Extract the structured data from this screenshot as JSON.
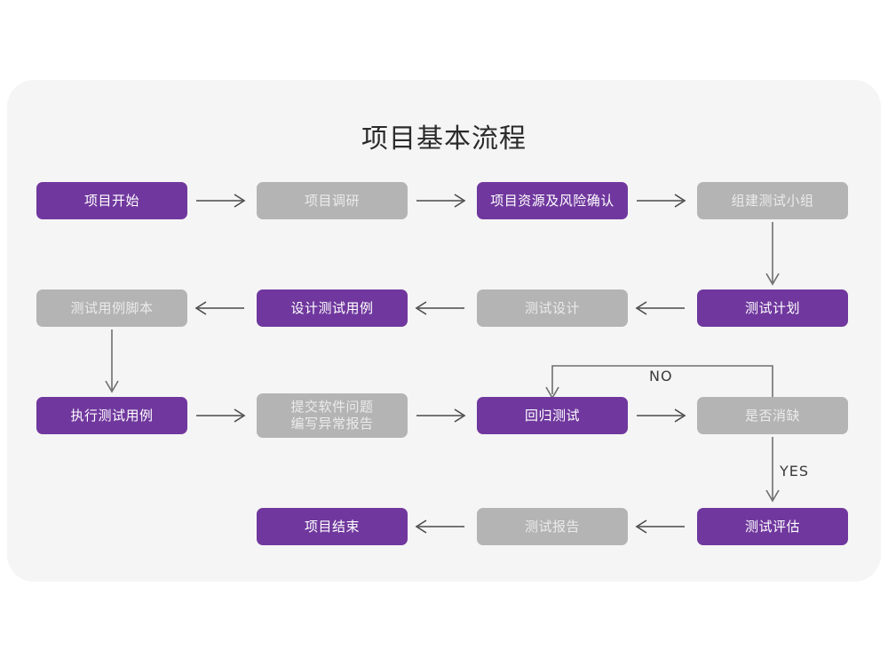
{
  "title": "项目基本流程",
  "colors": {
    "purple": "#70389E",
    "gray": "#B4B4B4",
    "card_bg": "#F5F5F5",
    "page_bg": "#FFFFFF",
    "line": "#4A4A4A",
    "title_text": "#2B2B2B"
  },
  "rows": [
    {
      "direction": "left-to-right",
      "nodes": [
        {
          "label": "项目开始",
          "style": "purple"
        },
        {
          "label": "项目调研",
          "style": "gray"
        },
        {
          "label": "项目资源及风险确认",
          "style": "purple"
        },
        {
          "label": "组建测试小组",
          "style": "gray"
        }
      ]
    },
    {
      "direction": "right-to-left",
      "nodes": [
        {
          "label": "测试用例脚本",
          "style": "gray"
        },
        {
          "label": "设计测试用例",
          "style": "purple"
        },
        {
          "label": "测试设计",
          "style": "gray"
        },
        {
          "label": "测试计划",
          "style": "purple"
        }
      ]
    },
    {
      "direction": "left-to-right",
      "nodes": [
        {
          "label": "执行测试用例",
          "style": "purple"
        },
        {
          "label": "提交软件问题\n编写异常报告",
          "style": "gray"
        },
        {
          "label": "回归测试",
          "style": "purple"
        },
        {
          "label": "是否消缺",
          "style": "gray"
        }
      ]
    },
    {
      "direction": "right-to-left",
      "nodes": [
        {
          "label": "项目结束",
          "style": "purple"
        },
        {
          "label": "测试报告",
          "style": "gray"
        },
        {
          "label": "测试评估",
          "style": "purple"
        }
      ]
    }
  ],
  "edge_labels": {
    "no": "NO",
    "yes": "YES"
  }
}
